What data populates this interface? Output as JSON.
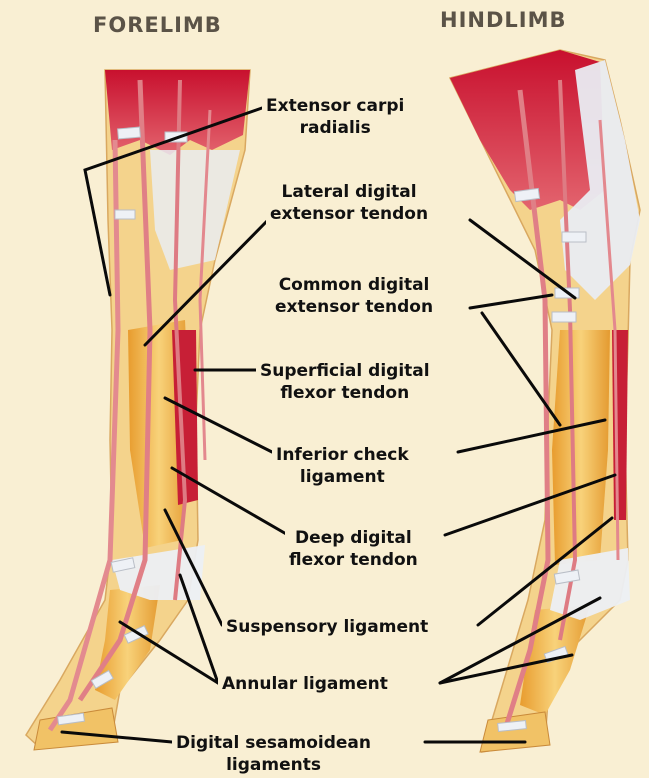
{
  "titles": {
    "forelimb": "FORELIMB",
    "hindlimb": "HINDLIMB"
  },
  "labels": {
    "extensor_carpi_radialis": [
      "Extensor carpi",
      "radialis"
    ],
    "lateral_digital_extensor_tendon": [
      "Lateral digital",
      "extensor tendon"
    ],
    "common_digital_extensor_tendon": [
      "Common digital",
      "extensor tendon"
    ],
    "superficial_digital_flexor_tendon": [
      "Superficial digital",
      "flexor tendon"
    ],
    "inferior_check_ligament": [
      "Inferior check",
      "ligament"
    ],
    "deep_digital_flexor_tendon": [
      "Deep digital",
      "flexor tendon"
    ],
    "suspensory_ligament": [
      "Suspensory ligament"
    ],
    "annular_ligament": [
      "Annular ligament"
    ],
    "digital_sesamoidean_ligaments": [
      "Digital sesamoidean",
      "ligaments"
    ]
  },
  "colors": {
    "background": "#f9efd3",
    "muscle": "#d2203a",
    "tendon": "#e68a8a",
    "bone": "#f2b844",
    "ligament": "#e7eaef",
    "title": "#5b5347"
  }
}
